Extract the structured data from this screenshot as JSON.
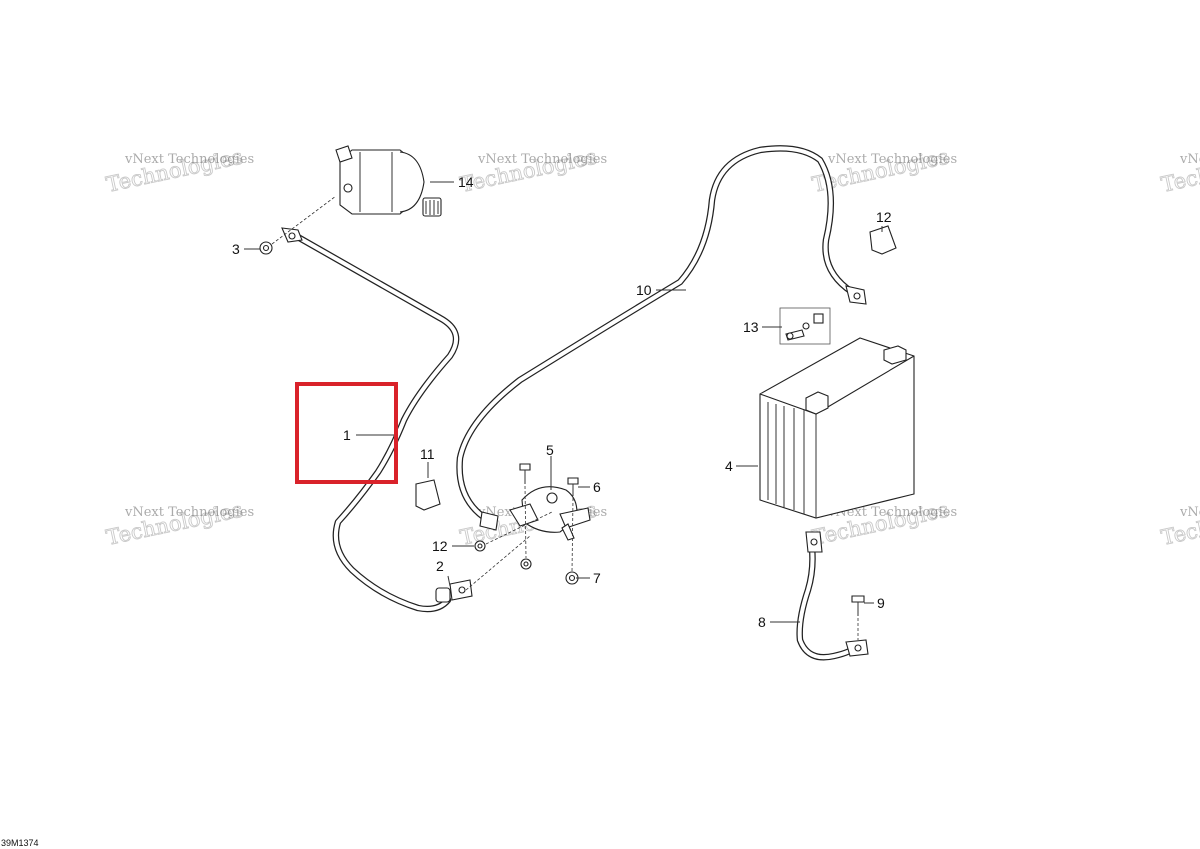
{
  "diagram": {
    "figure_code": "39M1374",
    "callouts": {
      "c1": "1",
      "c2": "2",
      "c3": "3",
      "c4": "4",
      "c5": "5",
      "c6": "6",
      "c7": "7",
      "c8": "8",
      "c9": "9",
      "c10": "10",
      "c11": "11",
      "c12a": "12",
      "c12b": "12",
      "c13": "13",
      "c14": "14"
    },
    "highlight_color": "#d9222a",
    "watermark": {
      "line1": "vNext Technologies",
      "line2": "Technologies"
    }
  }
}
